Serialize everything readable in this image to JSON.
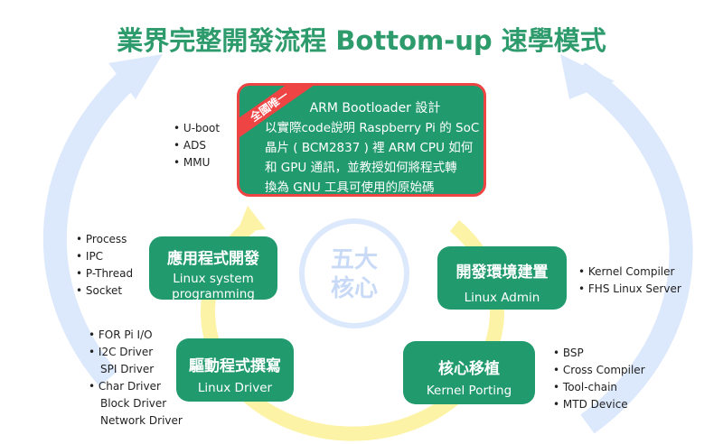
{
  "title": "業界完整開發流程 Bottom-up 速學模式",
  "center": {
    "line1": "五大",
    "line2": "核心"
  },
  "main": {
    "ribbon": "全國唯一",
    "heading": "ARM Bootloader  設計",
    "lines": [
      "以實際code說明 Raspberry Pi 的 SoC",
      "晶片 ( BCM2837 ) 裡 ARM CPU 如何",
      "和 GPU 通訊，並教授如何將程式轉",
      "換為 GNU 工具可使用的原始碼"
    ]
  },
  "main_list": [
    "U-boot",
    "ADS",
    "MMU"
  ],
  "app": {
    "heading": "應用程式開發",
    "sub1": "Linux system",
    "sub2": "programming",
    "list": [
      "Process",
      "IPC",
      "P-Thread",
      "Socket"
    ]
  },
  "driver": {
    "heading": "驅動程式撰寫",
    "sub": "Linux Driver",
    "list": [
      "FOR Pi  I/O",
      "I2C Driver",
      "SPI Driver",
      "Char Driver",
      "Block Driver",
      "Network Driver"
    ]
  },
  "admin": {
    "heading": "開發環境建置",
    "sub": "Linux Admin",
    "list": [
      "Kernel Compiler",
      "FHS Linux Server"
    ]
  },
  "kernel": {
    "heading": "核心移植",
    "sub": "Kernel Porting",
    "list": [
      "BSP",
      "Cross Compiler",
      "Tool-chain",
      "MTD Device"
    ]
  },
  "colors": {
    "green": "#219a6e",
    "red": "#ef4444",
    "yellow": "#fdf3a6",
    "blue": "#dce8fb"
  }
}
